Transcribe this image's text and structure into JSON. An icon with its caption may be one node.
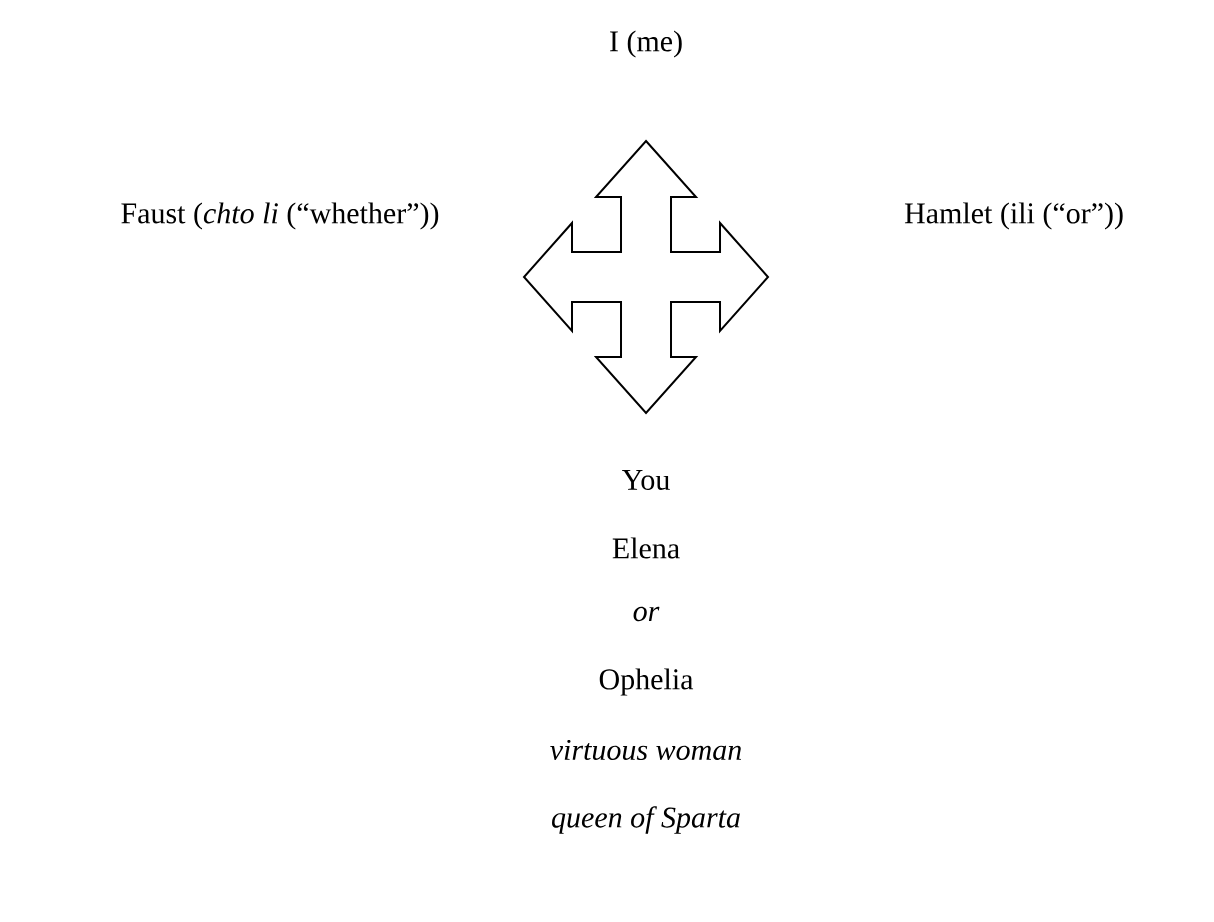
{
  "diagram": {
    "labels": [
      "I (me)",
      "Faust (*chto li* (“whether”))",
      "Hamlet (ili (“or”))",
      "You",
      "Elena",
      "or",
      "Ophelia",
      "virtuous woman",
      "queen of Sparta"
    ]
  }
}
